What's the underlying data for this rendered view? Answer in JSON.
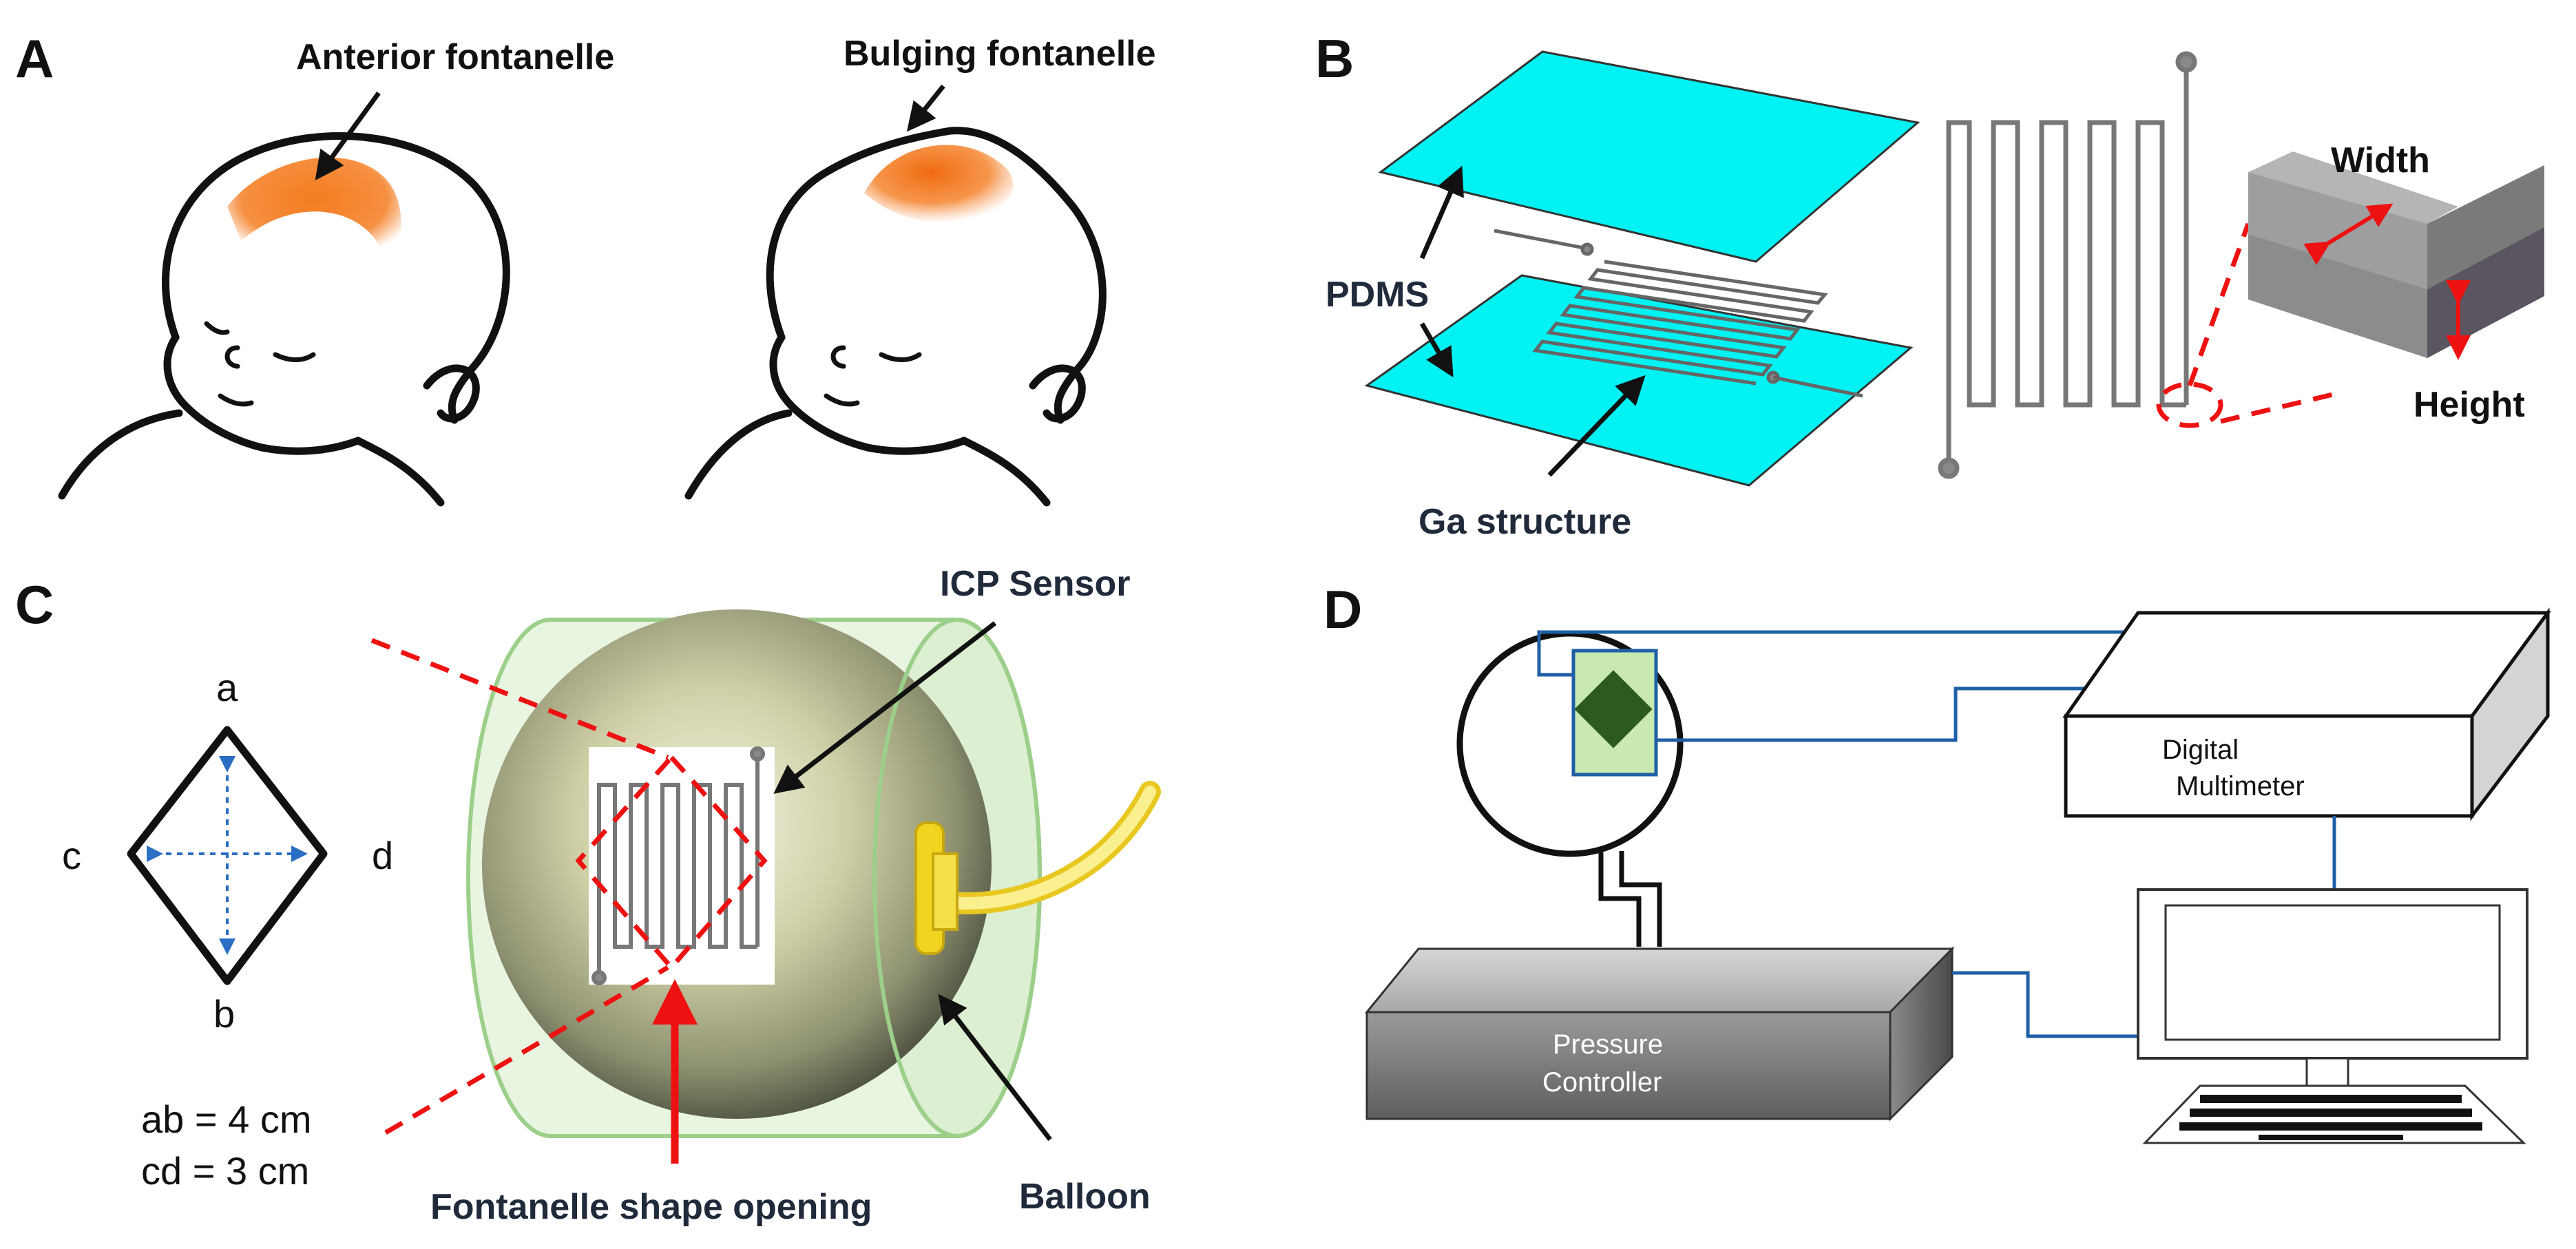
{
  "panels": {
    "a": {
      "letter": "A",
      "label_anterior": "Anterior fontanelle",
      "label_bulging": "Bulging fontanelle"
    },
    "b": {
      "letter": "B",
      "label_pdms": "PDMS",
      "label_ga": "Ga structure",
      "label_width": "Width",
      "label_height": "Height"
    },
    "c": {
      "letter": "C",
      "vertex_a": "a",
      "vertex_b": "b",
      "vertex_c": "c",
      "vertex_d": "d",
      "dim_ab": "ab = 4 cm",
      "dim_cd": "cd = 3 cm",
      "label_icp": "ICP Sensor",
      "label_opening": "Fontanelle shape opening",
      "label_balloon": "Balloon"
    },
    "d": {
      "letter": "D",
      "label_multimeter_1": "Digital",
      "label_multimeter_2": "Multimeter",
      "label_pressure_1": "Pressure",
      "label_pressure_2": "Controller"
    }
  },
  "colors": {
    "fontanelle": "#f47c20",
    "pdms": "#00f2f2",
    "arrow_red": "#e11111",
    "wire_blue": "#1f5fa6",
    "sensor_green": "#2d5a1e",
    "sensor_bg": "#c8eab0",
    "balloon_tube": "#f6e04a"
  }
}
